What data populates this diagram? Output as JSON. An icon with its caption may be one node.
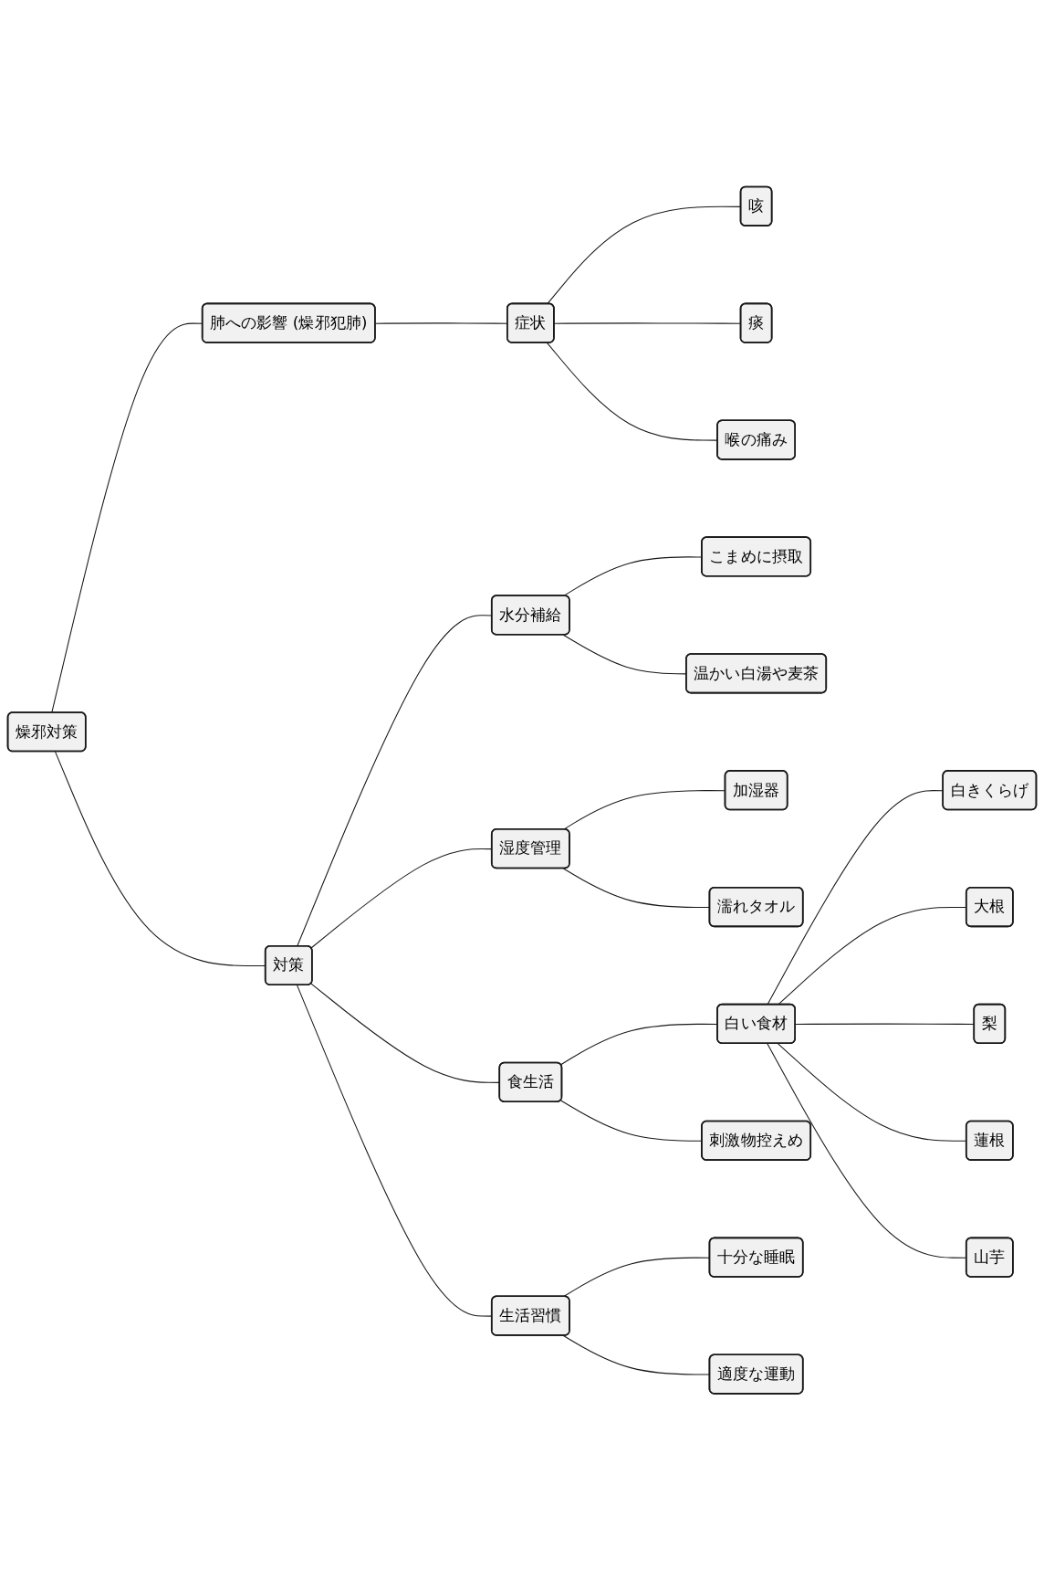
{
  "diagram": {
    "nodes": [
      {
        "text": [
          "燥邪対策"
        ]
      },
      {
        "text": [
          "肺への影響 (燥邪犯肺)"
        ]
      },
      {
        "text": [
          "症状"
        ]
      },
      {
        "text": [
          "咳"
        ]
      },
      {
        "text": [
          "痰"
        ]
      },
      {
        "text": [
          "喉の痛み"
        ]
      },
      {
        "text": [
          "対策"
        ]
      },
      {
        "text": [
          "水分補給"
        ]
      },
      {
        "text": [
          "こまめに摂取"
        ]
      },
      {
        "text": [
          "温かい白湯や麦茶"
        ]
      },
      {
        "text": [
          "湿度管理"
        ]
      },
      {
        "text": [
          "加湿器"
        ]
      },
      {
        "text": [
          "濡れタオル"
        ]
      },
      {
        "text": [
          "食生活"
        ]
      },
      {
        "text": [
          "白い食材"
        ]
      },
      {
        "text": [
          "白きくらげ"
        ]
      },
      {
        "text": [
          "大根"
        ]
      },
      {
        "text": [
          "梨"
        ]
      },
      {
        "text": [
          "蓮根"
        ]
      },
      {
        "text": [
          "山芋"
        ]
      },
      {
        "text": [
          "刺激物控えめ"
        ]
      },
      {
        "text": [
          "生活習慣"
        ]
      },
      {
        "text": [
          "十分な睡眠"
        ]
      },
      {
        "text": [
          "適度な運動"
        ]
      }
    ],
    "edges": [
      {
        "from": 0,
        "to": 1,
        "arrow": "none"
      },
      {
        "from": 1,
        "to": 2,
        "arrow": "none"
      },
      {
        "from": 2,
        "to": 3,
        "arrow": "none"
      },
      {
        "from": 2,
        "to": 4,
        "arrow": "none"
      },
      {
        "from": 2,
        "to": 5,
        "arrow": "none"
      },
      {
        "from": 0,
        "to": 6,
        "arrow": "none"
      },
      {
        "from": 6,
        "to": 7,
        "arrow": "none"
      },
      {
        "from": 7,
        "to": 8,
        "arrow": "none"
      },
      {
        "from": 7,
        "to": 9,
        "arrow": "none"
      },
      {
        "from": 6,
        "to": 10,
        "arrow": "none"
      },
      {
        "from": 10,
        "to": 11,
        "arrow": "none"
      },
      {
        "from": 10,
        "to": 12,
        "arrow": "none"
      },
      {
        "from": 6,
        "to": 13,
        "arrow": "none"
      },
      {
        "from": 13,
        "to": 14,
        "arrow": "none"
      },
      {
        "from": 14,
        "to": 15,
        "arrow": "none"
      },
      {
        "from": 14,
        "to": 16,
        "arrow": "none"
      },
      {
        "from": 14,
        "to": 17,
        "arrow": "none"
      },
      {
        "from": 14,
        "to": 18,
        "arrow": "none"
      },
      {
        "from": 14,
        "to": 19,
        "arrow": "none"
      },
      {
        "from": 13,
        "to": 20,
        "arrow": "none"
      },
      {
        "from": 6,
        "to": 21,
        "arrow": "none"
      },
      {
        "from": 21,
        "to": 22,
        "arrow": "none"
      },
      {
        "from": 21,
        "to": 23,
        "arrow": "none"
      }
    ]
  }
}
